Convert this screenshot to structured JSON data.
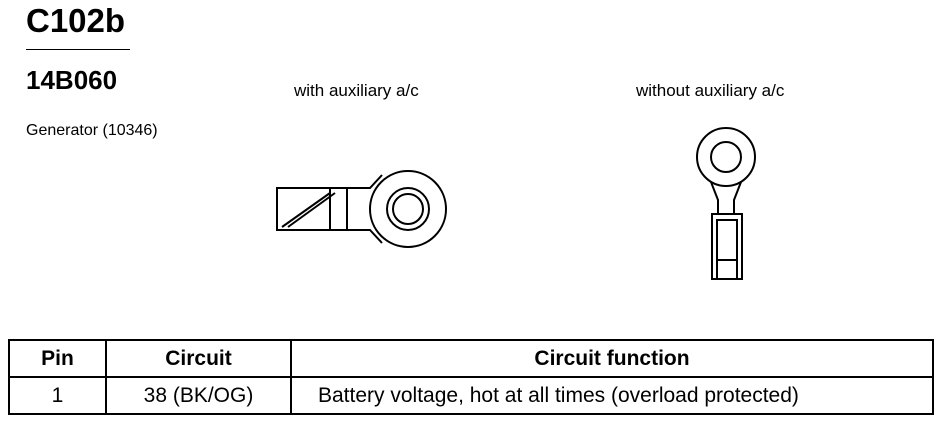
{
  "header": {
    "connector_id": "C102b",
    "part_number": "14B060",
    "component": "Generator (10346)"
  },
  "variants": [
    {
      "label": "with auxiliary a/c",
      "icon": "ring-terminal-horizontal-icon"
    },
    {
      "label": "without auxiliary a/c",
      "icon": "ring-terminal-vertical-icon"
    }
  ],
  "pin_table": {
    "headers": [
      "Pin",
      "Circuit",
      "Circuit function"
    ],
    "rows": [
      {
        "pin": "1",
        "circuit": "38 (BK/OG)",
        "function": "Battery voltage, hot at all times (overload protected)"
      }
    ]
  }
}
